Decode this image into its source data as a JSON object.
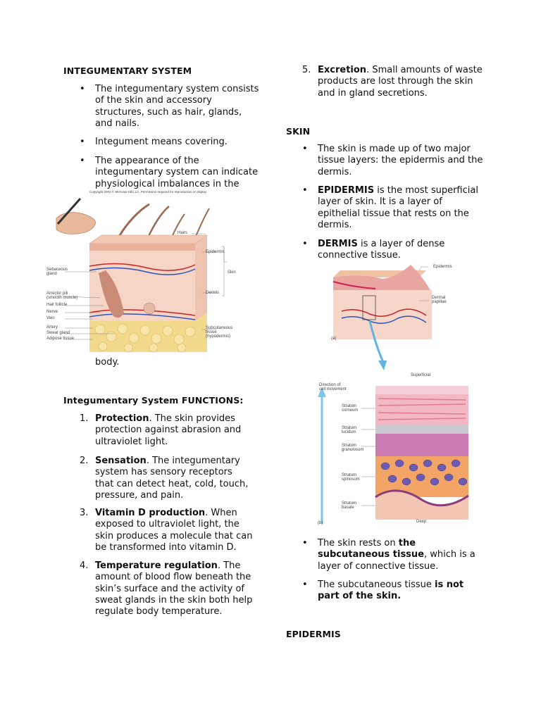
{
  "left": {
    "title": "INTEGUMENTARY SYSTEM",
    "bullets": [
      "The integumentary system consists of the skin and accessory structures, such as hair, glands, and nails.",
      "Integument means covering.",
      "The appearance of the integumentary system can indicate physiological imbalances in the",
      "body."
    ],
    "figure1": {
      "copyright": "Copyright 2002 © McGraw-Hill LLC. Permission required for reproduction or display.",
      "labels": [
        "Hairs",
        "Epidermis",
        "Skin",
        "Dermis",
        "Sebaceous gland",
        "Arrector pili (smooth muscle)",
        "Hair follicle",
        "Nerve",
        "Vein",
        "Artery",
        "Sweat gland",
        "Adipose tissue",
        "Subcutaneous tissue (hypodermis)"
      ]
    },
    "functions_title": "Integumentary System FUNCTIONS:",
    "functions": [
      {
        "num": "1.",
        "term": "Protection",
        "text": ". The skin provides protection against abrasion and ultraviolet light."
      },
      {
        "num": "2.",
        "term": "Sensation",
        "text": ". The integumentary system has sensory receptors that can detect heat, cold, touch, pressure, and pain."
      },
      {
        "num": "3.",
        "term": "Vitamin D production",
        "text": ".  When exposed to ultraviolet light,  the skin produces a molecule that can be transformed into vitamin D."
      },
      {
        "num": "4.",
        "term": "Temperature regulation",
        "text": ".  The amount of blood flow beneath the skin’s surface and the activity of sweat glands in the skin both help regulate body temperature."
      }
    ]
  },
  "right": {
    "function5": {
      "num": "5.",
      "term": "Excretion",
      "text": ". Small amounts of waste products are lost through the skin and in gland secretions."
    },
    "skin_title": "SKIN",
    "skin_b1": "The skin is made up of two major tissue layers: the epidermis and the dermis.",
    "skin_b2": {
      "term": "EPIDERMIS",
      "text": " is the most superficial layer of skin. It is a layer of epithelial tissue that rests on the dermis."
    },
    "skin_b3": {
      "term": "DERMIS",
      "text": " is a layer of dense connective tissue."
    },
    "figure2": {
      "labels_a": [
        "Epidermis",
        "Dermal papillae",
        "(a)"
      ],
      "labels_b": [
        "Superficial",
        "Direction of cell movement",
        "Stratum corneum",
        "Stratum lucidum",
        "Stratum granulosum",
        "Stratum spinosum",
        "Stratum basale",
        "Deep",
        "(b)"
      ]
    },
    "sub_b1": {
      "pre": "The skin rests on ",
      "term": "the subcutaneous tissue",
      "post": ", which is a layer of connective tissue."
    },
    "sub_b2": {
      "pre": "The subcutaneous tissue ",
      "term": "is not part of the skin."
    },
    "epidermis_title": "EPIDERMIS"
  }
}
